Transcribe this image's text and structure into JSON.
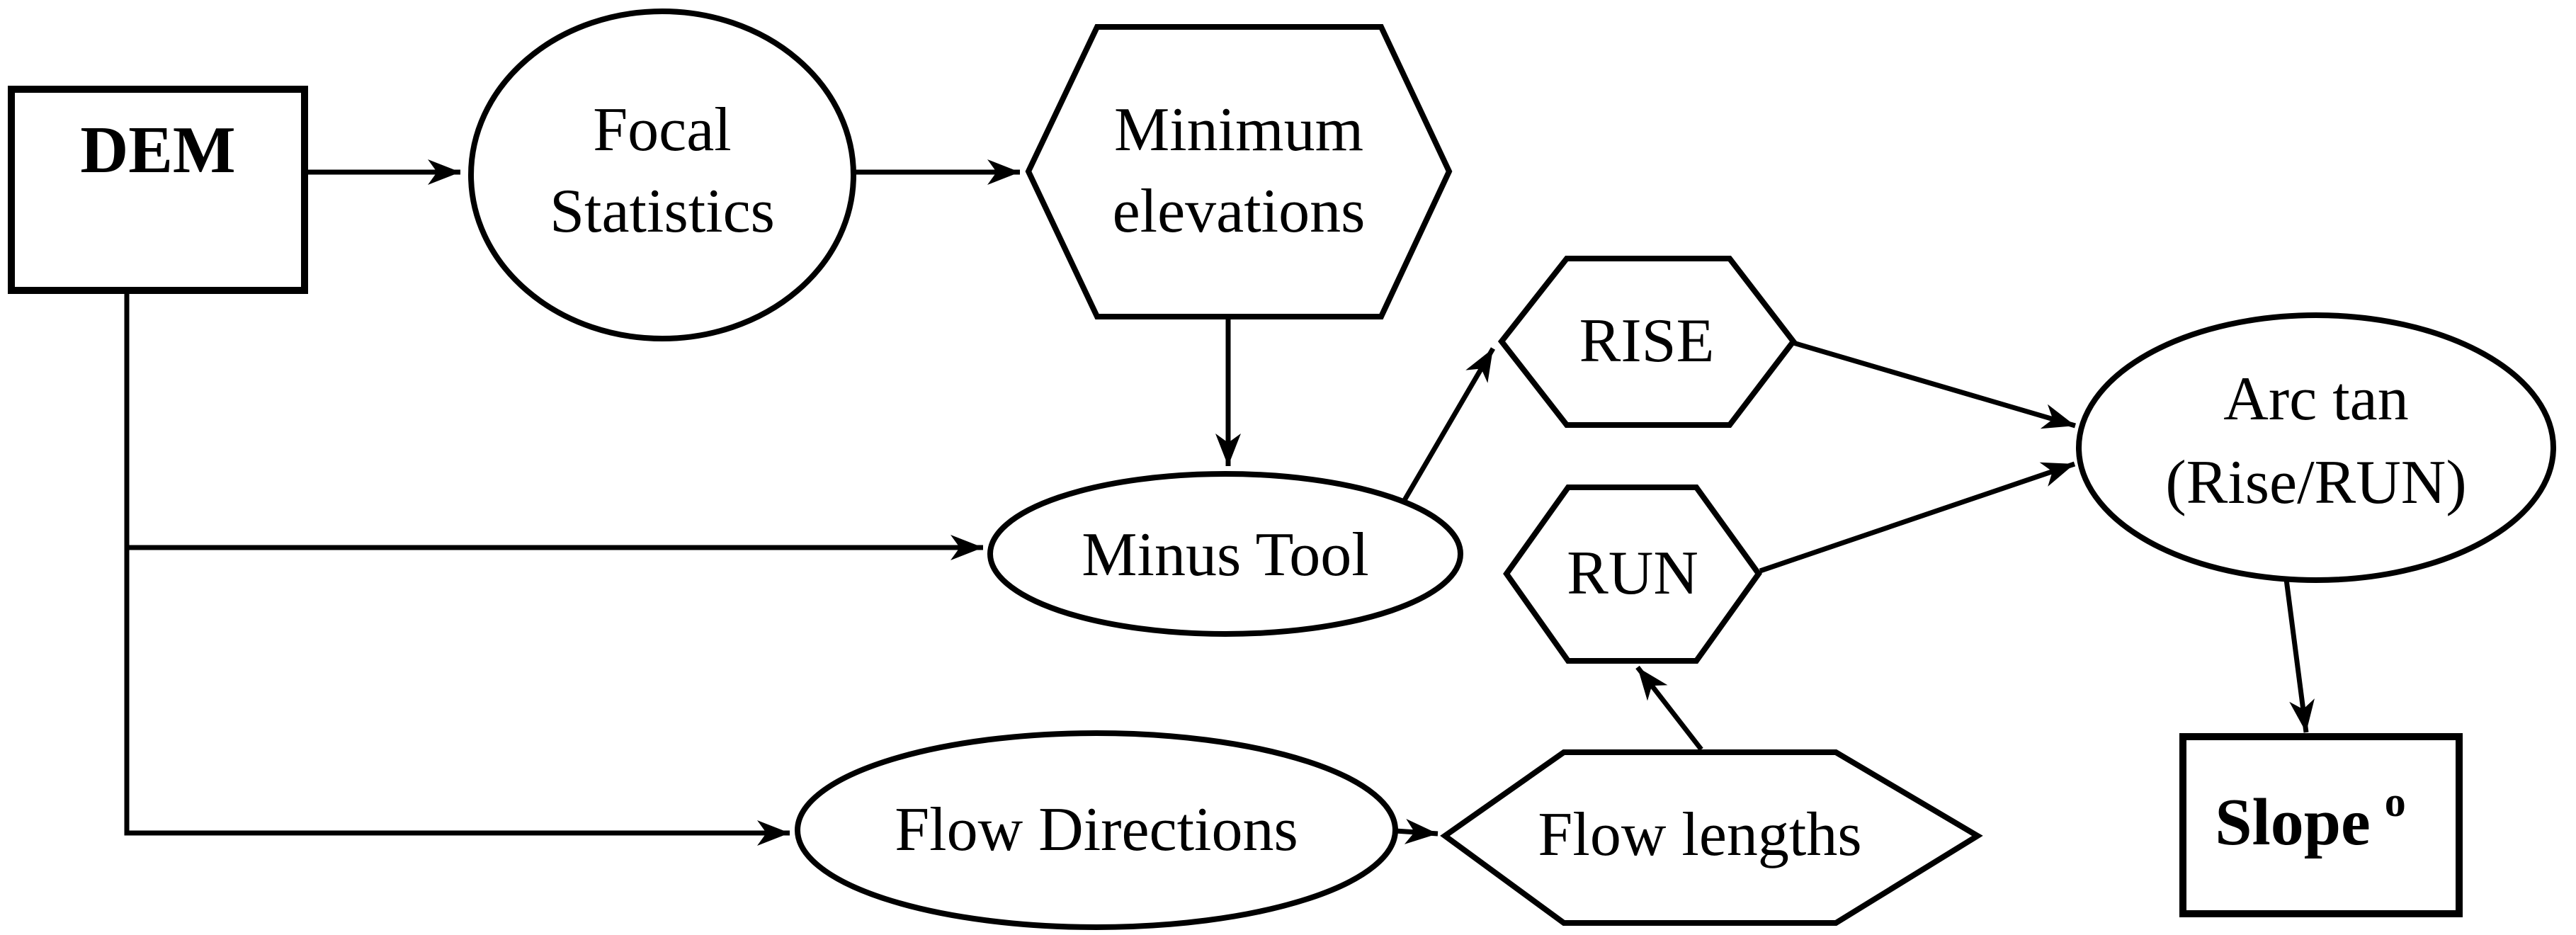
{
  "diagram": {
    "background_color": "#ffffff",
    "stroke_color": "#000000",
    "node_fill_color": "#ffffff",
    "nodes": [
      {
        "id": "dem",
        "shape": "rectangle",
        "label": "DEM"
      },
      {
        "id": "focal-statistics",
        "shape": "ellipse",
        "lines": [
          "Focal",
          "Statistics"
        ]
      },
      {
        "id": "minimum-elevations",
        "shape": "hexagon",
        "lines": [
          "Minimum",
          "elevations"
        ]
      },
      {
        "id": "minus-tool",
        "shape": "ellipse",
        "label": "Minus Tool"
      },
      {
        "id": "rise",
        "shape": "hexagon",
        "label": "RISE"
      },
      {
        "id": "run",
        "shape": "hexagon",
        "label": "RUN"
      },
      {
        "id": "arc-tan",
        "shape": "ellipse",
        "lines": [
          "Arc tan",
          "(Rise/RUN)"
        ]
      },
      {
        "id": "slope",
        "shape": "rectangle",
        "label": "Slope",
        "superscript": "o"
      },
      {
        "id": "flow-directions",
        "shape": "ellipse",
        "label": "Flow Directions"
      },
      {
        "id": "flow-lengths",
        "shape": "hexagon",
        "label": "Flow lengths"
      }
    ],
    "edges": [
      {
        "from": "dem",
        "to": "focal-statistics"
      },
      {
        "from": "focal-statistics",
        "to": "minimum-elevations"
      },
      {
        "from": "minimum-elevations",
        "to": "minus-tool"
      },
      {
        "from": "dem",
        "to": "minus-tool"
      },
      {
        "from": "dem",
        "to": "flow-directions"
      },
      {
        "from": "minus-tool",
        "to": "rise"
      },
      {
        "from": "rise",
        "to": "arc-tan"
      },
      {
        "from": "flow-directions",
        "to": "flow-lengths"
      },
      {
        "from": "flow-lengths",
        "to": "run"
      },
      {
        "from": "run",
        "to": "arc-tan"
      },
      {
        "from": "arc-tan",
        "to": "slope"
      }
    ]
  }
}
